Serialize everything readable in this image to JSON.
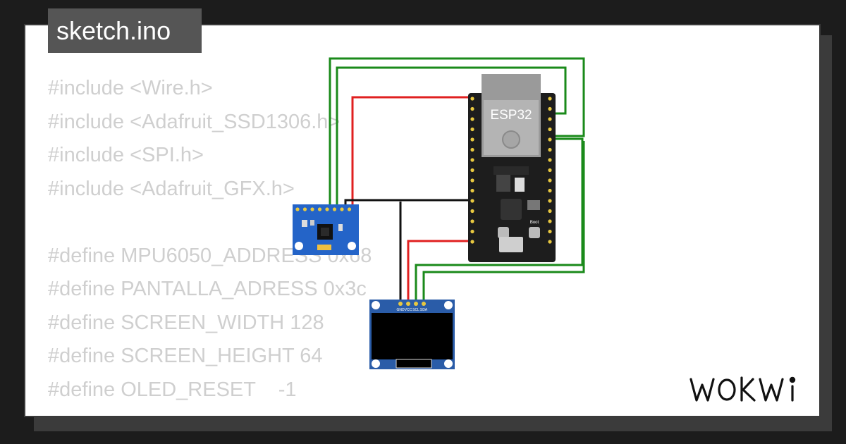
{
  "file_tab": {
    "label": "sketch.ino"
  },
  "code_lines": [
    "#include <Wire.h>",
    "#include <Adafruit_SSD1306.h>",
    "#include <SPI.h>",
    "#include <Adafruit_GFX.h>",
    "",
    "#define MPU6050_ADDRESS 0x68",
    "#define PANTALLA_ADRESS 0x3c",
    "#define SCREEN_WIDTH 128",
    "#define SCREEN_HEIGHT 64",
    "#define OLED_RESET    -1"
  ],
  "esp32": {
    "label": "ESP32",
    "boot_label": "Boot"
  },
  "oled": {
    "pins": [
      "GND",
      "VCC",
      "SCL",
      "SDA"
    ]
  },
  "brand": {
    "name": "WOKWi"
  },
  "colors": {
    "wire_green": "#1a8a1a",
    "wire_red": "#e02020",
    "wire_black": "#111111",
    "board_blue": "#2464c8",
    "esp_black": "#1d1d1d"
  }
}
